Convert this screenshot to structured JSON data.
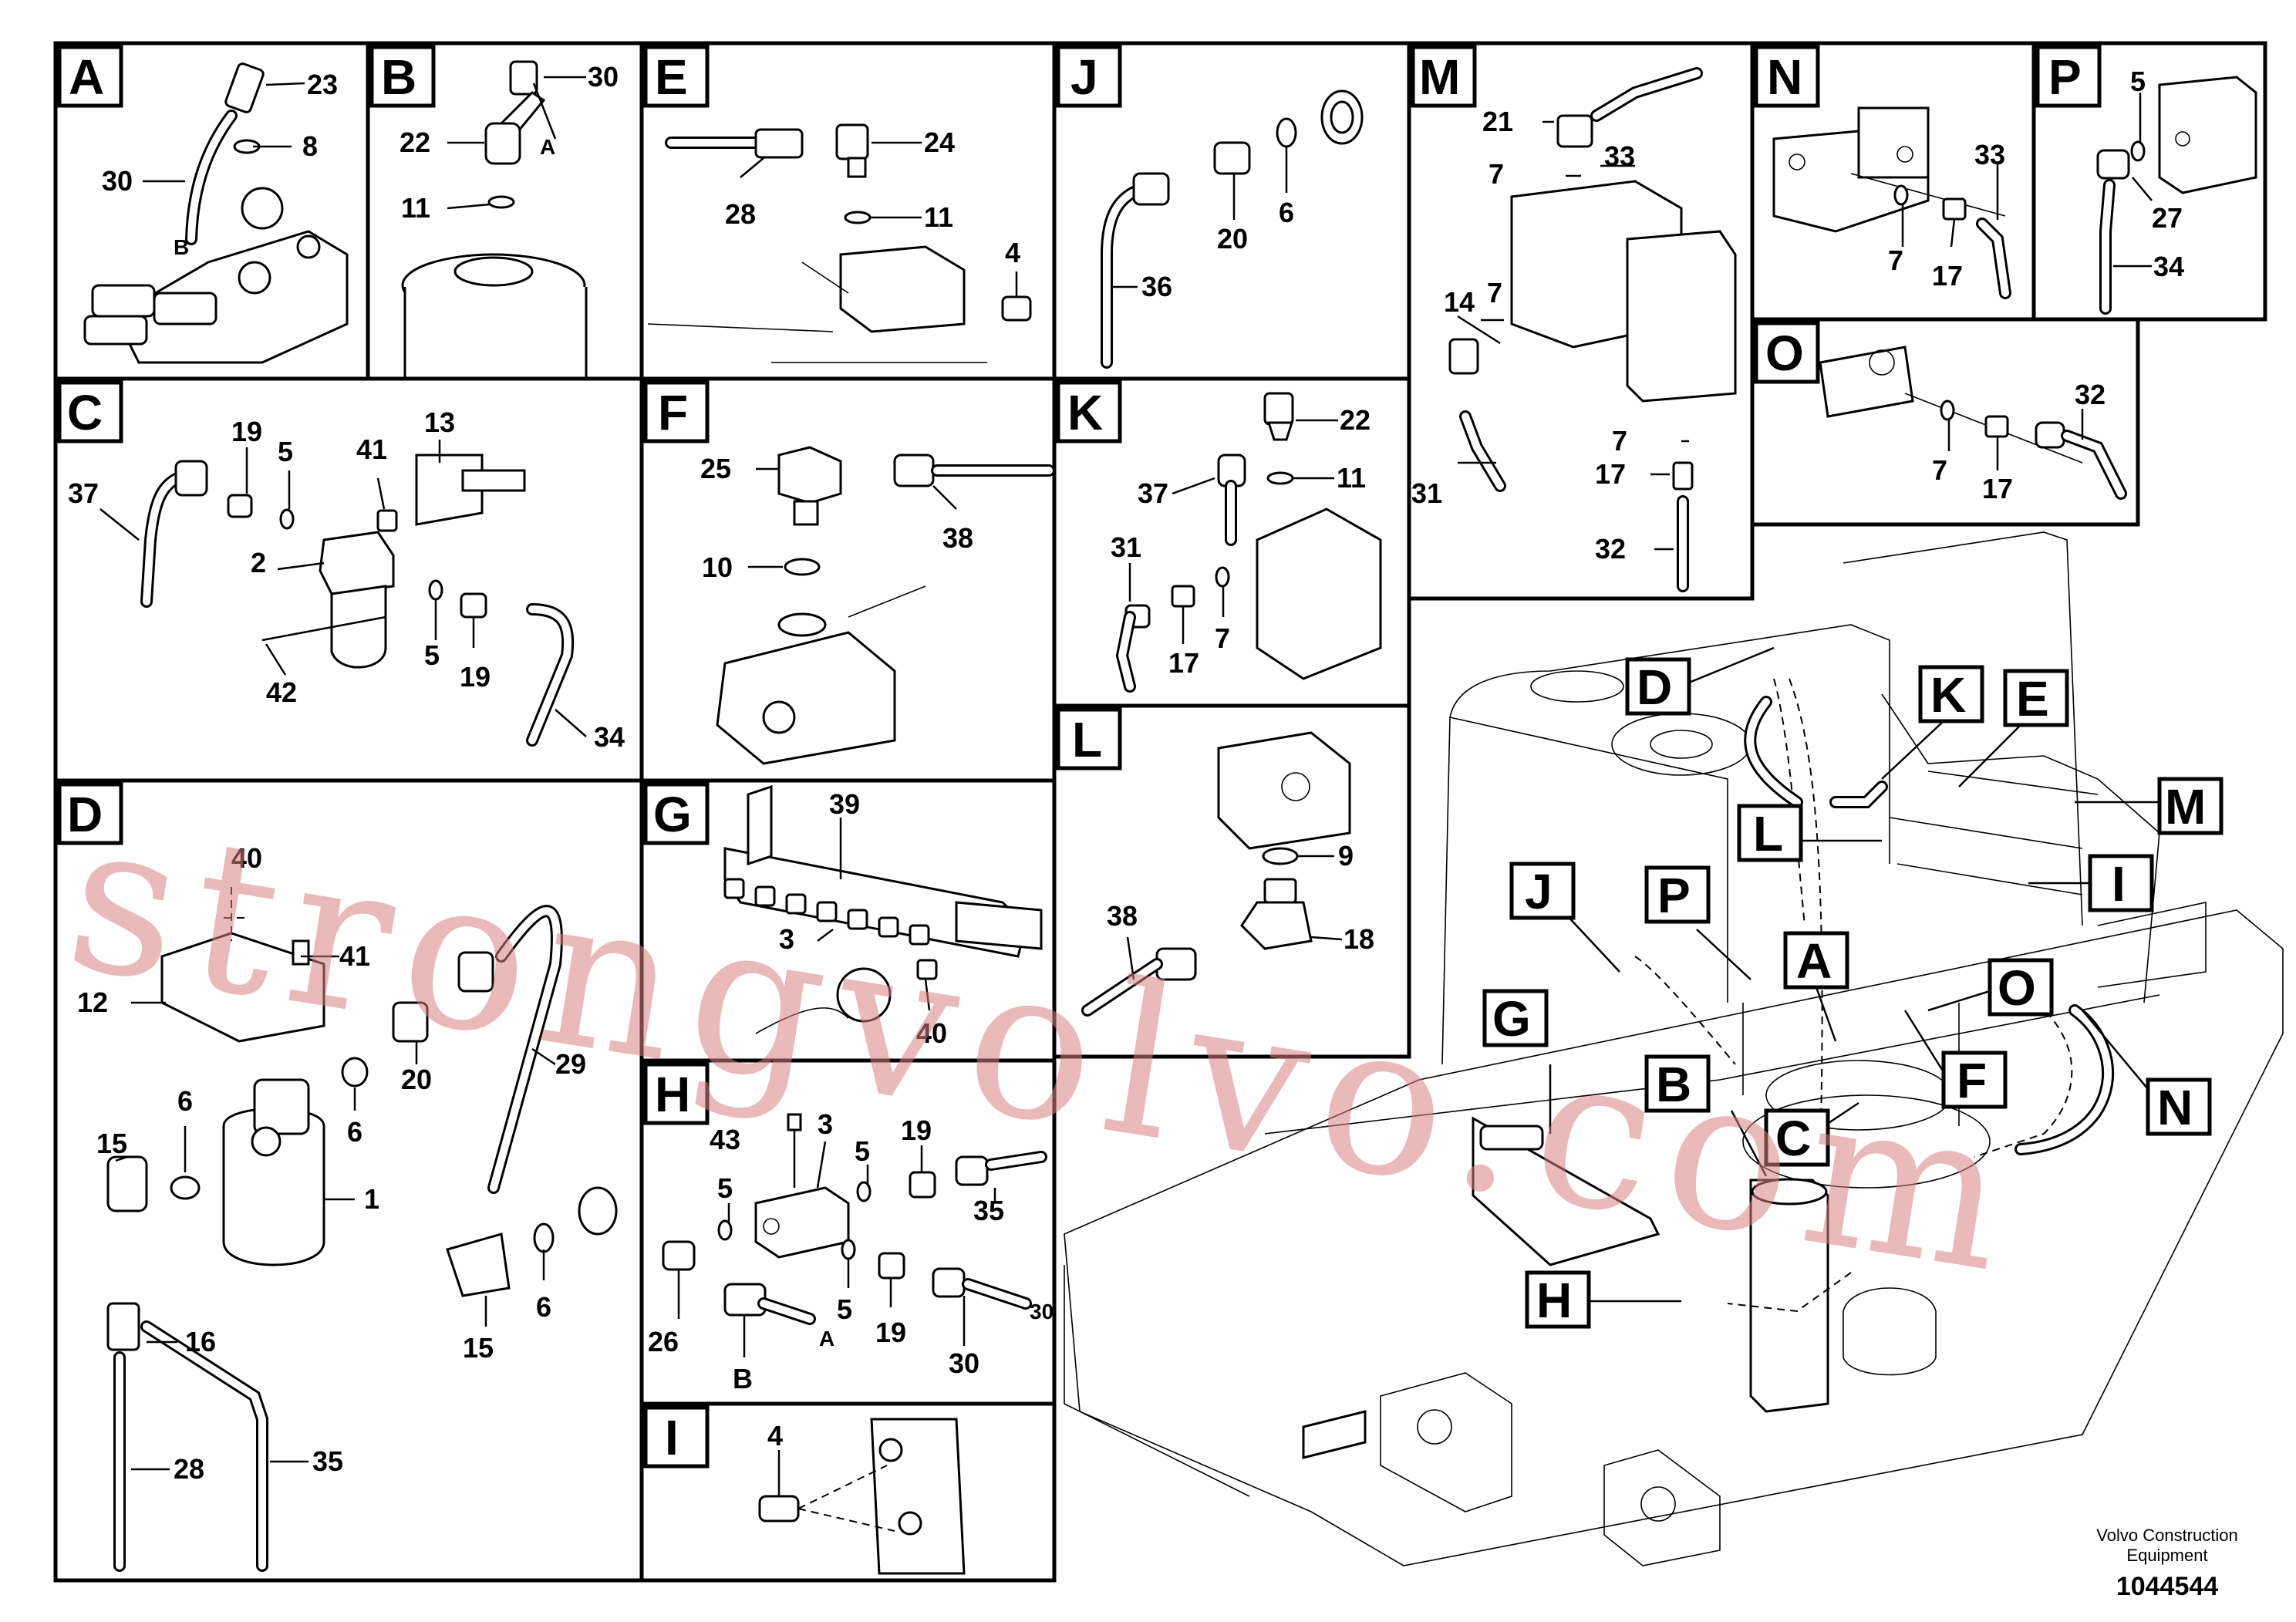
{
  "panels": {
    "A": {
      "letter": "A",
      "labels": [
        "23",
        "8",
        "30",
        "B"
      ]
    },
    "B": {
      "letter": "B",
      "labels": [
        "30",
        "22",
        "A",
        "11"
      ]
    },
    "E": {
      "letter": "E",
      "labels": [
        "24",
        "28",
        "11",
        "4"
      ]
    },
    "J": {
      "letter": "J",
      "labels": [
        "20",
        "6",
        "36"
      ]
    },
    "M": {
      "letter": "M",
      "labels": [
        "21",
        "33",
        "7",
        "14",
        "7",
        "31",
        "7",
        "17",
        "32"
      ]
    },
    "N": {
      "letter": "N",
      "labels": [
        "33",
        "7",
        "17"
      ]
    },
    "P": {
      "letter": "P",
      "labels": [
        "5",
        "27",
        "34"
      ]
    },
    "O": {
      "letter": "O",
      "labels": [
        "32",
        "7",
        "17"
      ]
    },
    "C": {
      "letter": "C",
      "labels": [
        "19",
        "5",
        "41",
        "13",
        "37",
        "2",
        "42",
        "5",
        "19",
        "34"
      ]
    },
    "F": {
      "letter": "F",
      "labels": [
        "25",
        "38",
        "10"
      ]
    },
    "K": {
      "letter": "K",
      "labels": [
        "22",
        "37",
        "11",
        "31",
        "17",
        "7"
      ]
    },
    "L": {
      "letter": "L",
      "labels": [
        "9",
        "18",
        "38"
      ]
    },
    "D": {
      "letter": "D",
      "labels": [
        "40",
        "41",
        "12",
        "20",
        "29",
        "6",
        "6",
        "1",
        "15",
        "16",
        "6",
        "15",
        "28",
        "35"
      ]
    },
    "G": {
      "letter": "G",
      "labels": [
        "39",
        "3",
        "40"
      ]
    },
    "H": {
      "letter": "H",
      "labels": [
        "43",
        "3",
        "19",
        "5",
        "5",
        "35",
        "26",
        "A",
        "5",
        "19",
        "30",
        "B",
        "30"
      ]
    },
    "I": {
      "letter": "I",
      "labels": [
        "4"
      ]
    }
  },
  "overview_callouts": [
    "D",
    "K",
    "E",
    "M",
    "L",
    "I",
    "J",
    "P",
    "A",
    "O",
    "G",
    "B",
    "F",
    "N",
    "C",
    "H"
  ],
  "watermark": "strongvolvo.com",
  "footer": {
    "brand_line1": "Volvo Construction",
    "brand_line2": "Equipment",
    "code": "1044544"
  },
  "colors": {
    "line": "#000000",
    "watermark": "#d98080",
    "background": "#ffffff"
  }
}
